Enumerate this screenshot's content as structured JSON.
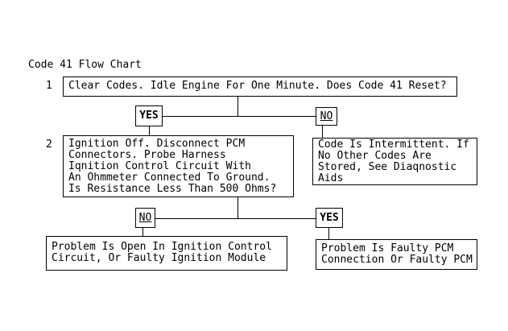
{
  "title": "Code 41 Flow Chart",
  "colors": {
    "background": "#ffffff",
    "border": "#000000",
    "text": "#000000"
  },
  "flowchart": {
    "step1": {
      "number": "1",
      "text": "Clear Codes. Idle Engine For One Minute. Does Code 41 Reset?"
    },
    "level1": {
      "yes_label": "YES",
      "no_label": "NO"
    },
    "step2": {
      "number": "2",
      "lines": [
        "Ignition Off. Disconnect PCM",
        "Connectors. Probe Harness",
        "Iqnition Control Circuit With",
        "An Ohmmeter Connected To Ground.",
        "Is Resistance Less Than 500 Ohms?"
      ]
    },
    "intermittent": {
      "lines": [
        "Code Is Intermittent. If",
        "No Other Codes Are",
        "Stored, See Diaqnostic",
        "Aids"
      ]
    },
    "level2": {
      "no_label": "NO",
      "yes_label": "YES"
    },
    "open_circuit": {
      "lines": [
        "Problem Is Open In Ignition Control",
        "Circuit, Or Faulty Ignition Module"
      ]
    },
    "faulty_pcm": {
      "lines": [
        "Problem Is Faulty PCM",
        "Connection Or Faulty PCM"
      ]
    }
  }
}
